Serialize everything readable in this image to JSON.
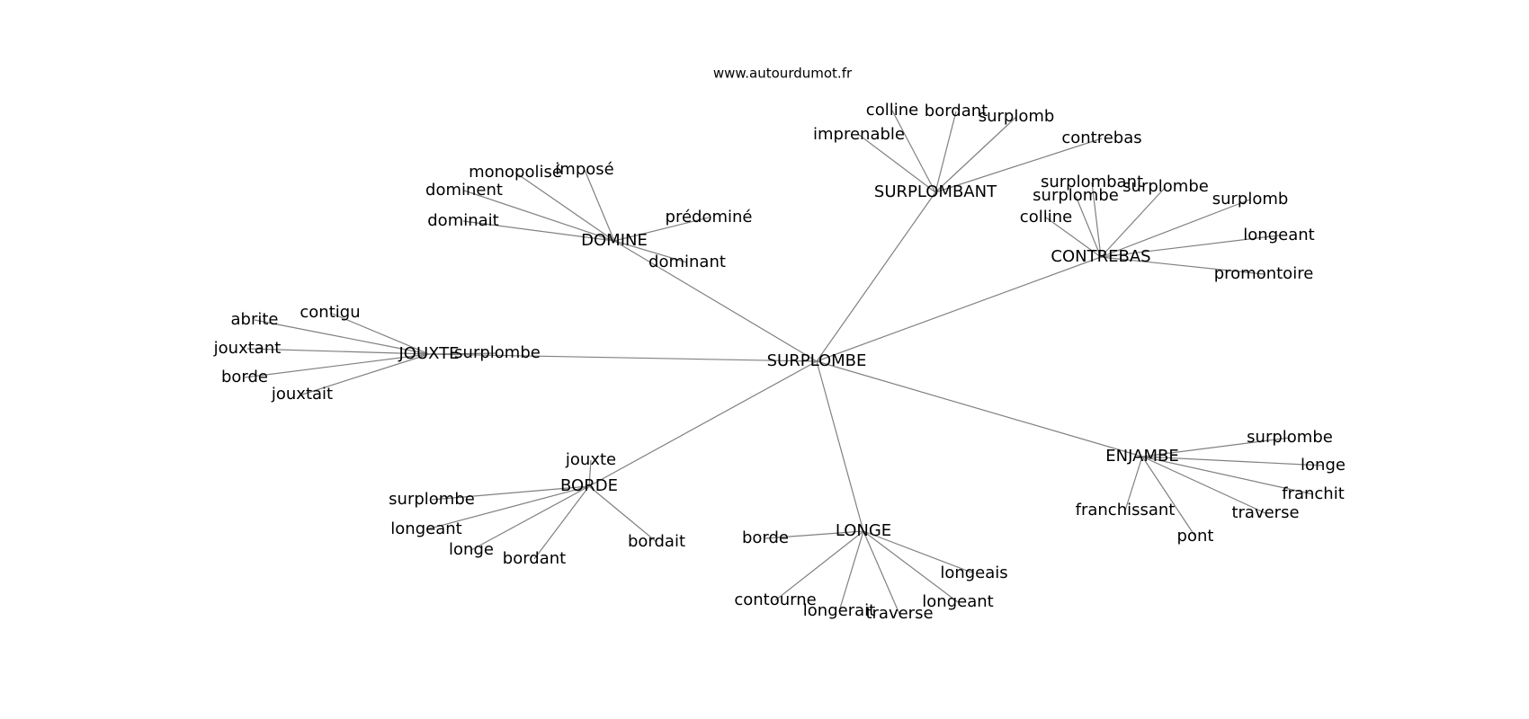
{
  "source": "www.autourdumot.fr",
  "root": "SURPLOMBE",
  "clusters": [
    {
      "id": "surplombant",
      "label": "SURPLOMBANT",
      "words": [
        "imprenable",
        "colline",
        "bordant",
        "surplomb",
        "contrebas"
      ]
    },
    {
      "id": "contrebas",
      "label": "CONTREBAS",
      "words": [
        "colline",
        "surplombant",
        "surplombe",
        "surplombe",
        "surplomb",
        "longeant",
        "promontoire"
      ]
    },
    {
      "id": "domine",
      "label": "DOMINE",
      "words": [
        "monopolisé",
        "imposé",
        "dominent",
        "dominait",
        "prédominé",
        "dominant"
      ]
    },
    {
      "id": "jouxte",
      "label": "JOUXTE",
      "words": [
        "abrite",
        "contigu",
        "jouxtant",
        "borde",
        "jouxtait",
        "surplombe"
      ]
    },
    {
      "id": "enjambe",
      "label": "ENJAMBE",
      "words": [
        "surplombe",
        "longe",
        "franchit",
        "traverse",
        "pont",
        "franchissant"
      ]
    },
    {
      "id": "borde",
      "label": "BORDE",
      "words": [
        "jouxte",
        "surplombe",
        "longeant",
        "longe",
        "bordant",
        "bordait"
      ]
    },
    {
      "id": "longe",
      "label": "LONGE",
      "words": [
        "borde",
        "contourne",
        "longerait",
        "traverse",
        "longeant",
        "longeais"
      ]
    }
  ]
}
